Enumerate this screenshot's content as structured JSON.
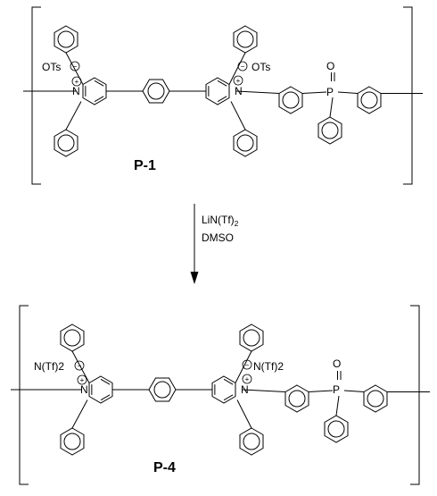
{
  "top": {
    "name": "P-1",
    "counterion_left": "OTs",
    "counterion_right": "OTs",
    "nitrogen": "N",
    "plus": "+",
    "minus": "−",
    "phosphorus": "P",
    "oxygen": "O"
  },
  "bottom": {
    "name": "P-4",
    "counterion_left": "N(Tf)2",
    "counterion_right": "N(Tf)2",
    "nitrogen": "N",
    "plus": "+",
    "minus": "−",
    "phosphorus": "P",
    "oxygen": "O"
  },
  "reaction": {
    "reagent": "LiN(Tf)",
    "reagent_subscript": "2",
    "solvent": "DMSO"
  }
}
